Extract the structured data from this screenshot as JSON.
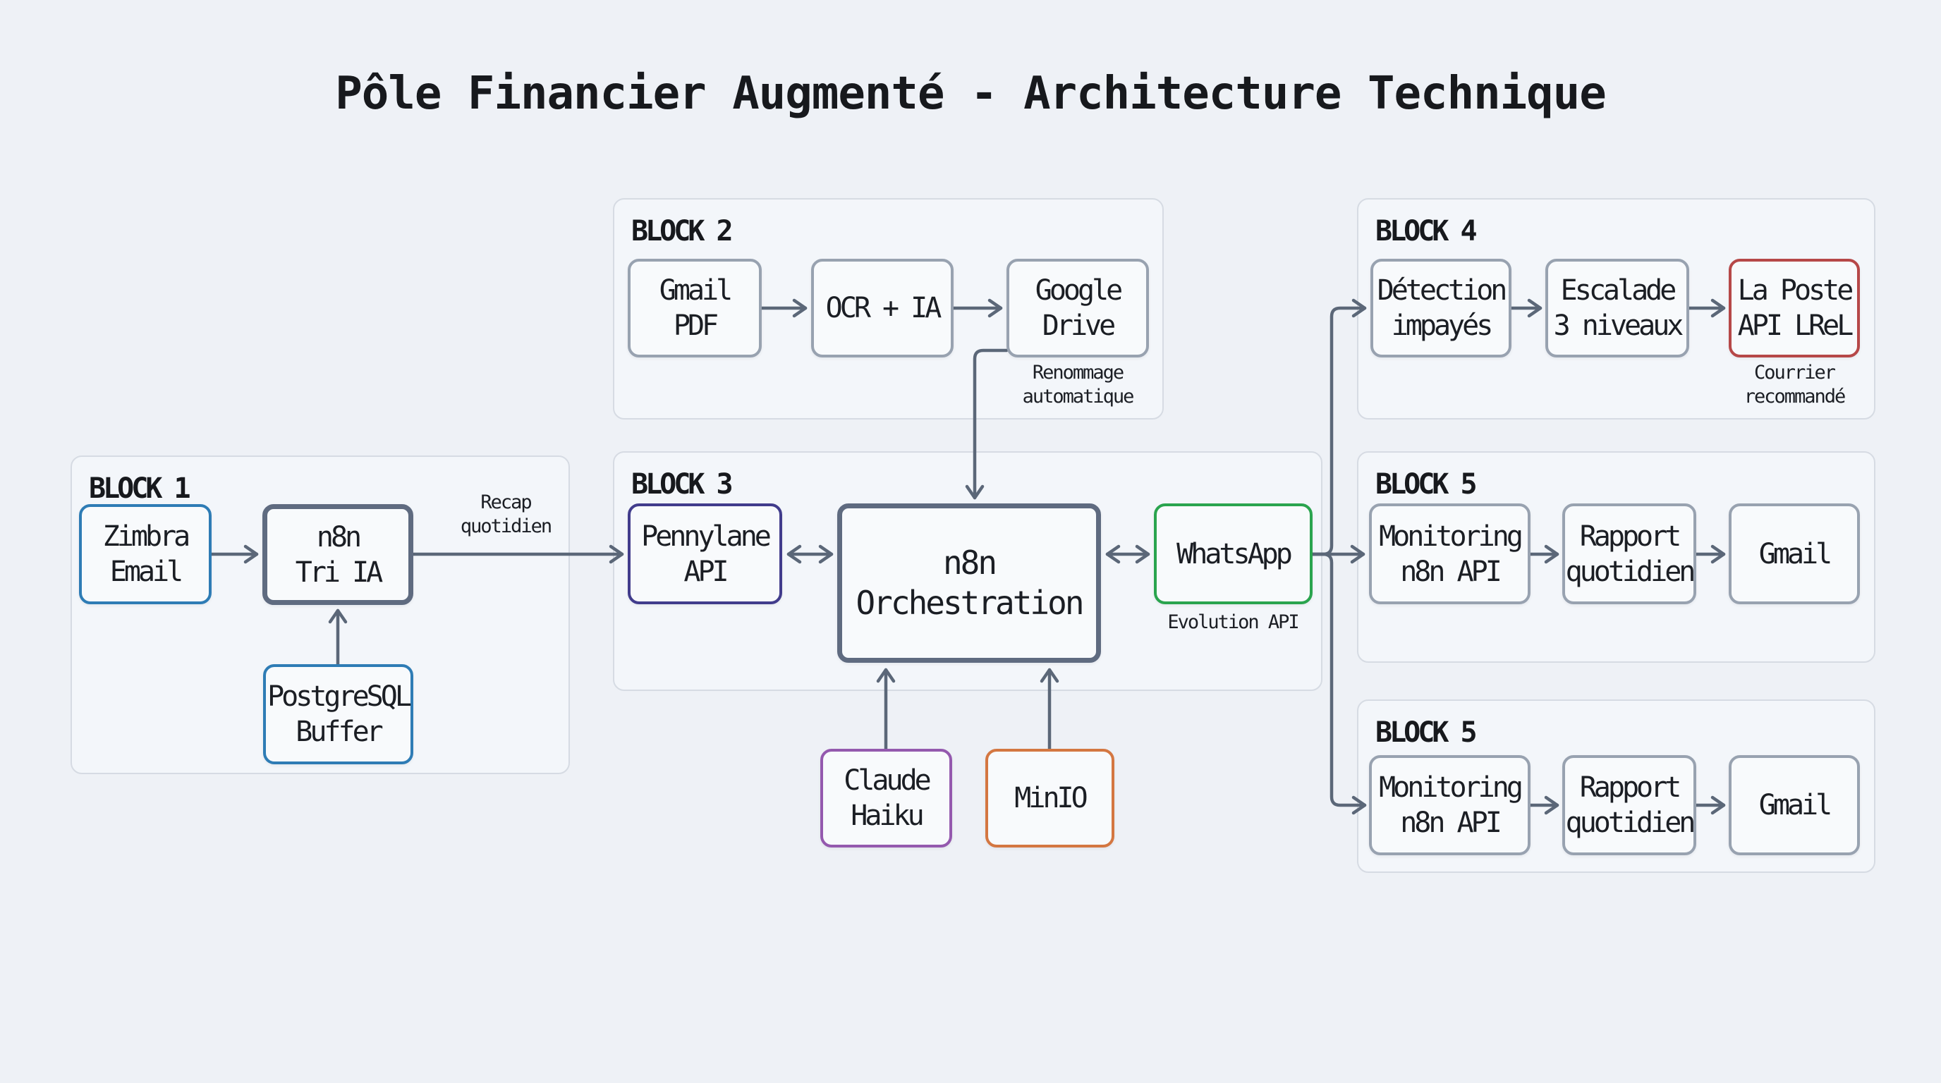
{
  "title": "Pôle Financier Augmenté - Architecture Technique",
  "blocks": {
    "b1": {
      "label": "BLOCK 1"
    },
    "b2": {
      "label": "BLOCK 2"
    },
    "b3": {
      "label": "BLOCK 3"
    },
    "b4": {
      "label": "BLOCK 4"
    },
    "b5a": {
      "label": "BLOCK 5"
    },
    "b5b": {
      "label": "BLOCK 5"
    }
  },
  "nodes": {
    "zimbra": {
      "label": "Zimbra\nEmail",
      "accent": "#2e7cb5"
    },
    "n8ntri": {
      "label": "n8n\nTri IA",
      "accent": "#5f6b80"
    },
    "pg": {
      "label": "PostgreSQL\nBuffer",
      "accent": "#2e7cb5"
    },
    "gmailpdf": {
      "label": "Gmail\nPDF",
      "accent": "#98a2b0"
    },
    "ocr": {
      "label": "OCR + IA",
      "accent": "#98a2b0"
    },
    "gdrive": {
      "label": "Google\nDrive",
      "accent": "#98a2b0"
    },
    "pennylane": {
      "label": "Pennylane\nAPI",
      "accent": "#413c8c"
    },
    "n8norch": {
      "label": "n8n\nOrchestration",
      "accent": "#5f6b80"
    },
    "whatsapp": {
      "label": "WhatsApp",
      "accent": "#2aa44e"
    },
    "detection": {
      "label": "Détection\nimpayés",
      "accent": "#98a2b0"
    },
    "escalade": {
      "label": "Escalade\n3 niveaux",
      "accent": "#98a2b0"
    },
    "laposte": {
      "label": "La Poste\nAPI LReL",
      "accent": "#b64848"
    },
    "mon_a": {
      "label": "Monitoring\nn8n API",
      "accent": "#98a2b0"
    },
    "rap_a": {
      "label": "Rapport\nquotidien",
      "accent": "#98a2b0"
    },
    "gmail_a": {
      "label": "Gmail",
      "accent": "#98a2b0"
    },
    "mon_b": {
      "label": "Monitoring\nn8n API",
      "accent": "#98a2b0"
    },
    "rap_b": {
      "label": "Rapport\nquotidien",
      "accent": "#98a2b0"
    },
    "gmail_b": {
      "label": "Gmail",
      "accent": "#98a2b0"
    },
    "claude": {
      "label": "Claude\nHaiku",
      "accent": "#9459ae"
    },
    "minio": {
      "label": "MinIO",
      "accent": "#d47741"
    }
  },
  "captions": {
    "recap": "Recap\nquotidien",
    "renommage": "Renommage\nautomatique",
    "evolution": "Evolution API",
    "courrier": "Courrier\nrecommandé"
  },
  "colors": {
    "background": "#eef1f6",
    "container_fill": "#f3f6fa",
    "container_border": "#d6dbe3",
    "node_fill": "#f8fafc",
    "neutral_border": "#98a2b0",
    "slate_border": "#5f6b80",
    "blue": "#2e7cb5",
    "indigo": "#413c8c",
    "green": "#2aa44e",
    "red": "#b64848",
    "purple": "#9459ae",
    "orange": "#d47741",
    "wire": "#5b6778",
    "text": "#1b1e24"
  }
}
